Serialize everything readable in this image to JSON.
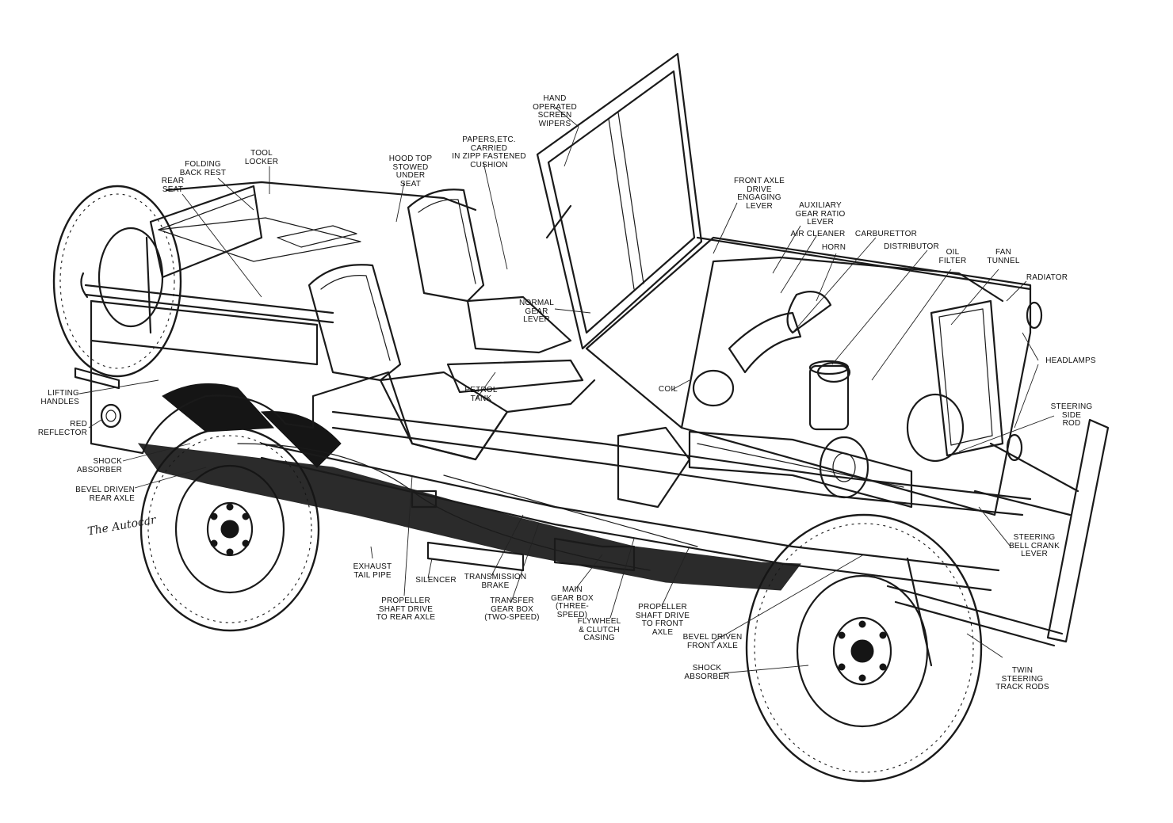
{
  "signature": "The Autocar",
  "labels": {
    "hand_operated_screen_wipers": "HAND OPERATED\nSCREEN WIPERS",
    "papers_carried": "PAPERS,ETC. CARRIED\nIN ZIPP FASTENED\nCUSHION",
    "hood_top": "HOOD TOP\nSTOWED UNDER\nSEAT",
    "tool_locker": "TOOL\nLOCKER",
    "folding_back_rest": "FOLDING\nBACK REST",
    "rear_seat": "REAR\nSEAT",
    "front_axle_drive_lever": "FRONT AXLE\nDRIVE ENGAGING\nLEVER",
    "auxiliary_gear_ratio_lever": "AUXILIARY\nGEAR RATIO\nLEVER",
    "air_cleaner": "AIR CLEANER",
    "carburettor": "CARBURETTOR",
    "horn": "HORN",
    "distributor": "DISTRIBUTOR",
    "oil_filter": "OIL\nFILTER",
    "fan_tunnel": "FAN\nTUNNEL",
    "radiator": "RADIATOR",
    "headlamps": "HEADLAMPS",
    "normal_gear_lever": "NORMAL\nGEAR\nLEVER",
    "petrol_tank": "PETROL\nTANK",
    "coil": "COIL",
    "steering_side_rod": "STEERING\nSIDE\nROD",
    "lifting_handles": "LIFTING\nHANDLES",
    "red_reflector": "RED\nREFLECTOR",
    "shock_absorber_rear": "SHOCK\nABSORBER",
    "bevel_driven_rear_axle": "BEVEL DRIVEN\nREAR AXLE",
    "exhaust_tail_pipe": "EXHAUST\nTAIL PIPE",
    "silencer": "SILENCER",
    "transmission_brake": "TRANSMISSION\nBRAKE",
    "propeller_shaft_rear": "PROPELLER\nSHAFT DRIVE\nTO REAR AXLE",
    "transfer_gear_box": "TRANSFER\nGEAR BOX\n(TWO-SPEED)",
    "main_gear_box": "MAIN\nGEAR BOX\n(THREE-SPEED)",
    "flywheel_clutch": "FLYWHEEL\n& CLUTCH\nCASING",
    "propeller_shaft_front": "PROPELLER\nSHAFT DRIVE\nTO FRONT AXLE",
    "bevel_driven_front_axle": "BEVEL DRIVEN\nFRONT AXLE",
    "shock_absorber_front": "SHOCK\nABSORBER",
    "steering_bell_crank_lever": "STEERING\nBELL CRANK\nLEVER",
    "twin_steering_track_rods": "TWIN\nSTEERING\nTRACK RODS"
  }
}
